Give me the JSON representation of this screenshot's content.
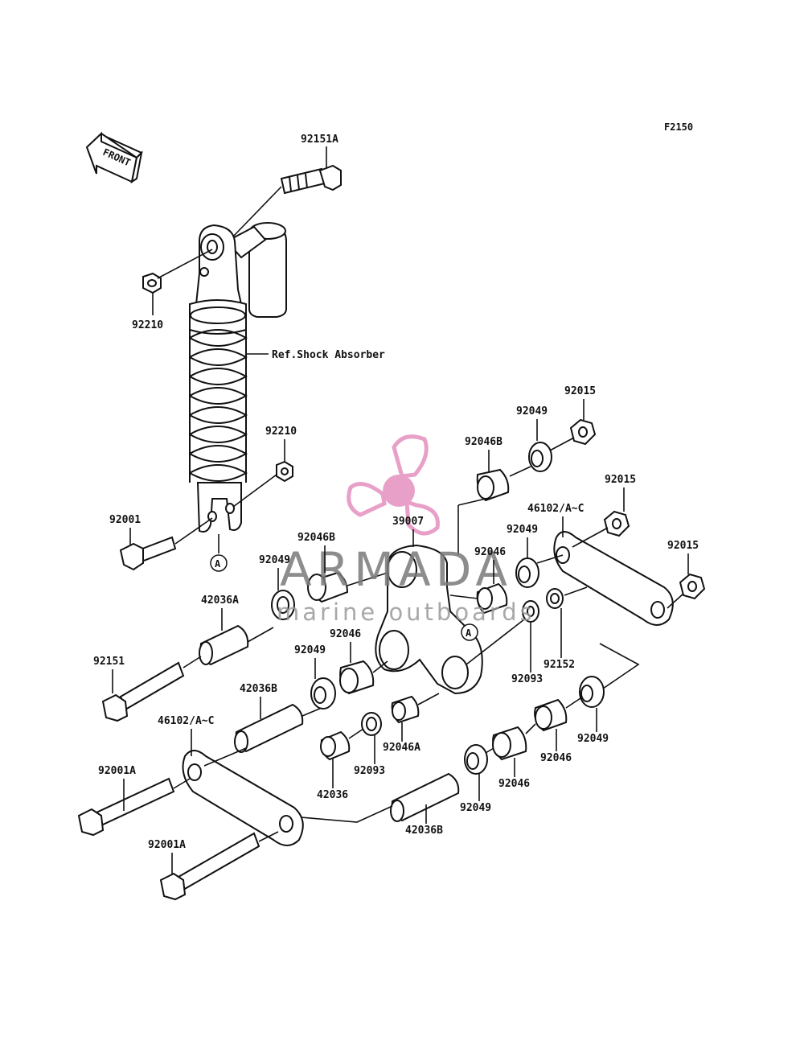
{
  "figure_code": "F2150",
  "front_label": "FRONT",
  "ref_label": "Ref.Shock Absorber",
  "watermark": {
    "brand": "ARMADA",
    "tagline": "marine outboards",
    "accent": "#e8a0c8"
  },
  "callout_marker": "A",
  "parts": [
    {
      "id": "92151A-top",
      "label": "92151A"
    },
    {
      "id": "92210-top",
      "label": "92210"
    },
    {
      "id": "92210-bottom",
      "label": "92210"
    },
    {
      "id": "92001",
      "label": "92001"
    },
    {
      "id": "92049-a",
      "label": "92049"
    },
    {
      "id": "92046B-a",
      "label": "92046B"
    },
    {
      "id": "39007",
      "label": "39007"
    },
    {
      "id": "92046B-b",
      "label": "92046B"
    },
    {
      "id": "92049-b",
      "label": "92049"
    },
    {
      "id": "92015-a",
      "label": "92015"
    },
    {
      "id": "92015-b",
      "label": "92015"
    },
    {
      "id": "46102-a",
      "label": "46102/A~C"
    },
    {
      "id": "92049-c",
      "label": "92049"
    },
    {
      "id": "92046-a",
      "label": "92046"
    },
    {
      "id": "92015-c",
      "label": "92015"
    },
    {
      "id": "42036A",
      "label": "42036A"
    },
    {
      "id": "92046-b",
      "label": "92046"
    },
    {
      "id": "92049-d",
      "label": "92049"
    },
    {
      "id": "92151",
      "label": "92151"
    },
    {
      "id": "92152",
      "label": "92152"
    },
    {
      "id": "92093-a",
      "label": "92093"
    },
    {
      "id": "42036B-a",
      "label": "42036B"
    },
    {
      "id": "46102-b",
      "label": "46102/A~C"
    },
    {
      "id": "92046A",
      "label": "92046A"
    },
    {
      "id": "92093-b",
      "label": "92093"
    },
    {
      "id": "42036",
      "label": "42036"
    },
    {
      "id": "92049-e",
      "label": "92049"
    },
    {
      "id": "92046-c",
      "label": "92046"
    },
    {
      "id": "92046-d",
      "label": "92046"
    },
    {
      "id": "92049-f",
      "label": "92049"
    },
    {
      "id": "92001A-a",
      "label": "92001A"
    },
    {
      "id": "42036B-b",
      "label": "42036B"
    },
    {
      "id": "92001A-b",
      "label": "92001A"
    }
  ]
}
